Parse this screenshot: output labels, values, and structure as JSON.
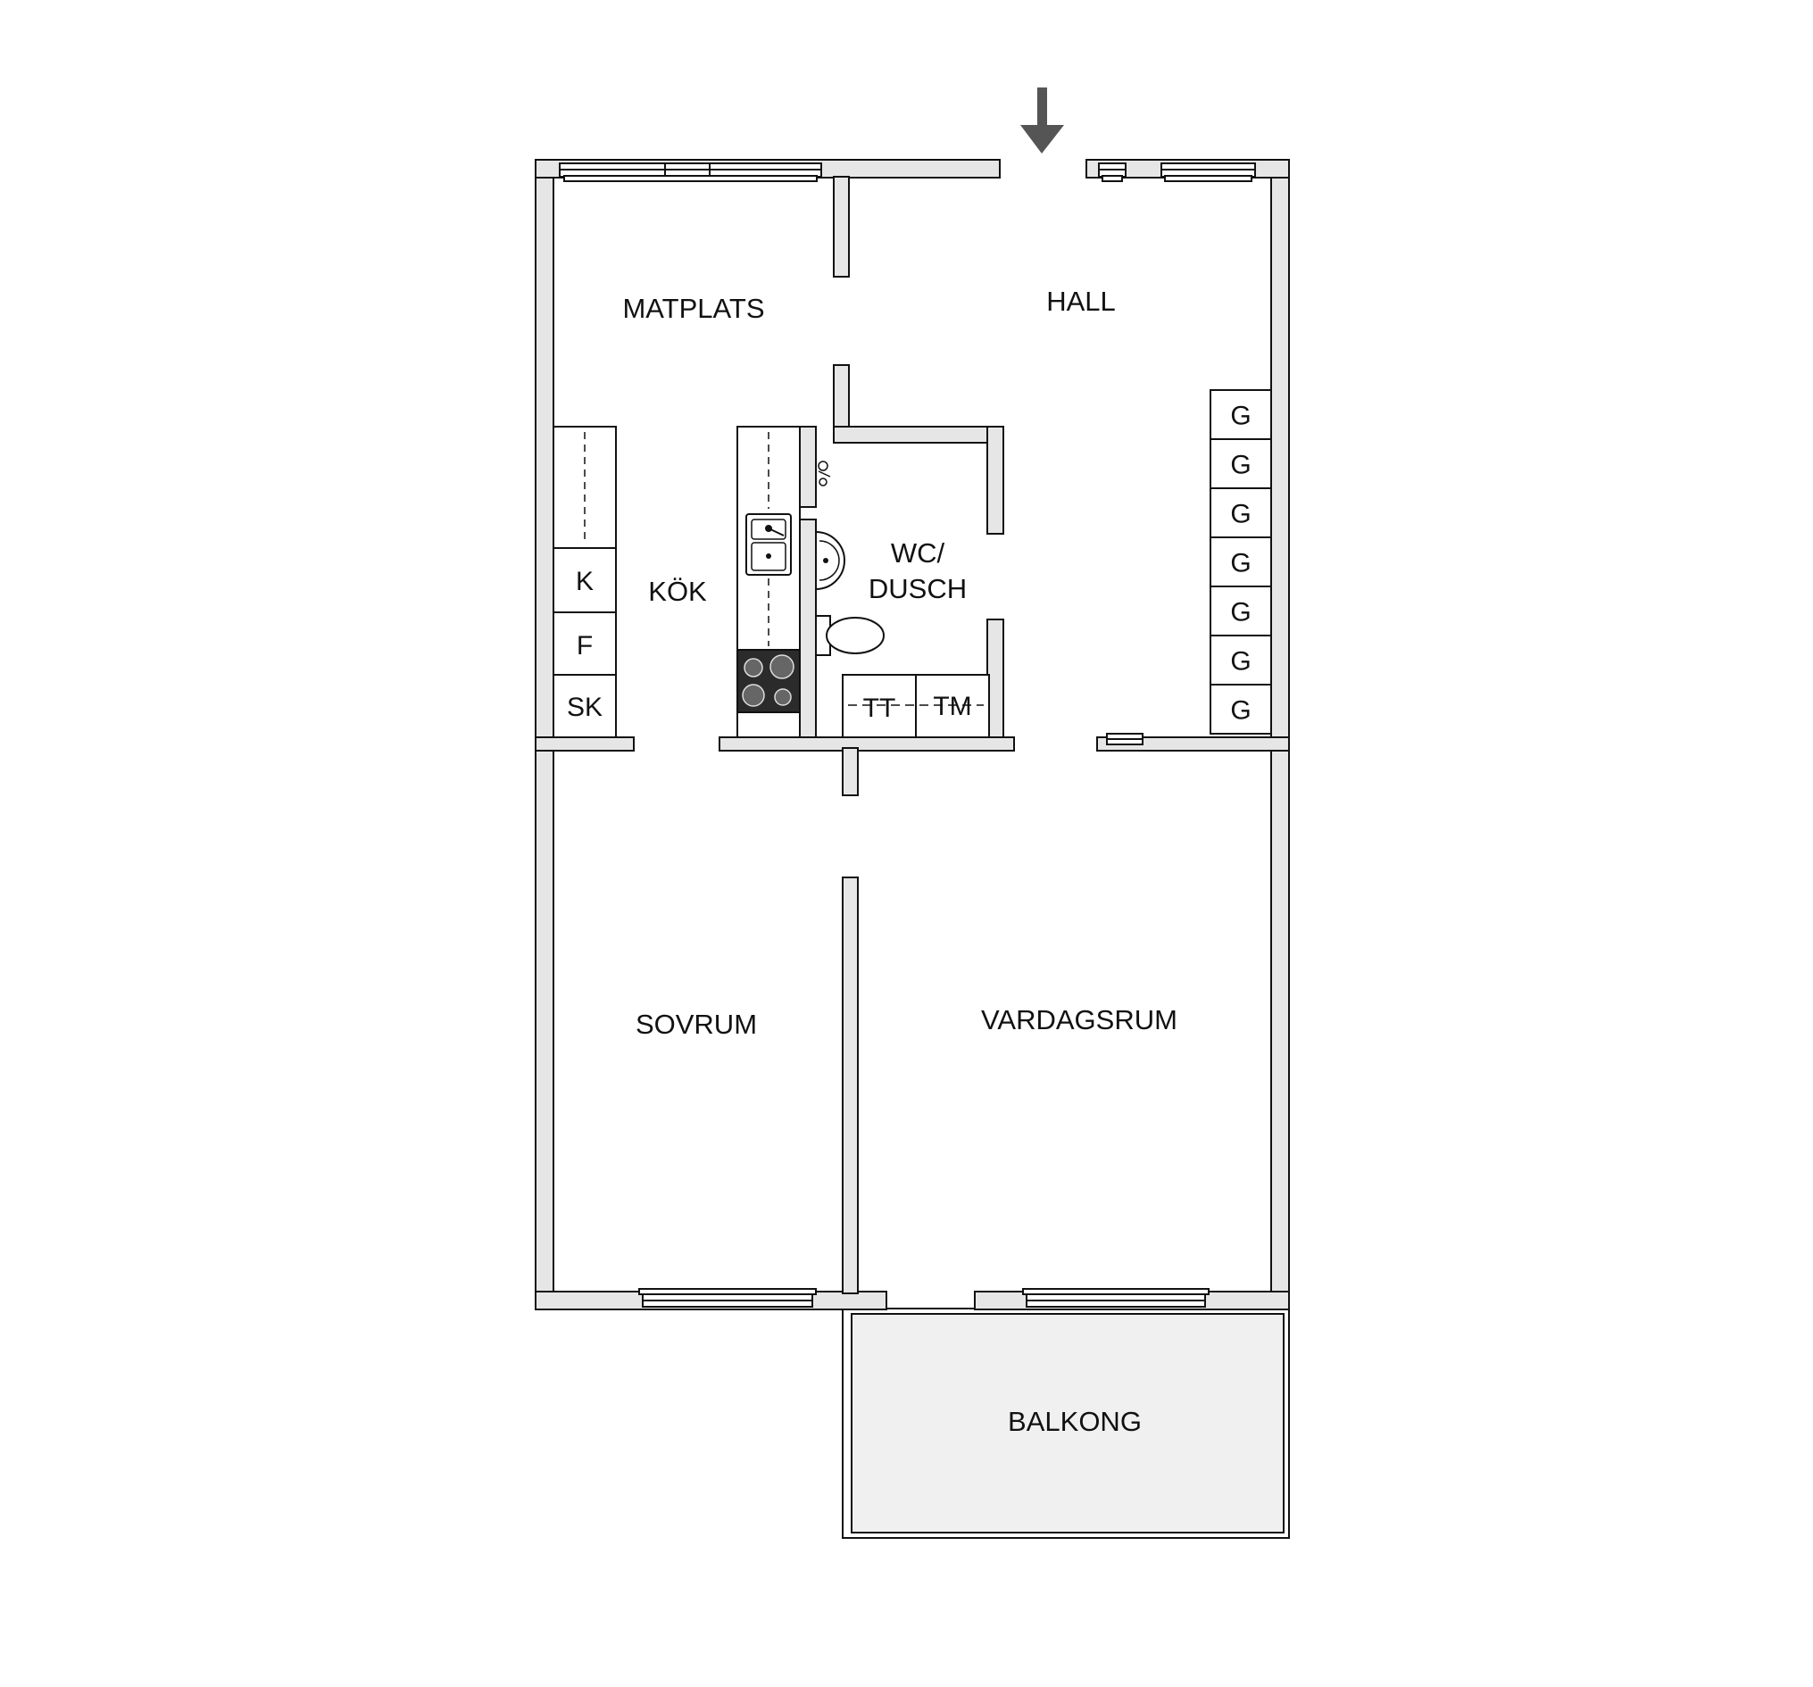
{
  "rooms": {
    "matplats": "MATPLATS",
    "hall": "HALL",
    "kok": "KÖK",
    "wc_line1": "WC/",
    "wc_line2": "DUSCH",
    "sovrum": "SOVRUM",
    "vardagsrum": "VARDAGSRUM",
    "balkong": "BALKONG"
  },
  "kitchen_units": {
    "k": "K",
    "f": "F",
    "sk": "SK"
  },
  "laundry": {
    "tt": "TT",
    "tm": "TM"
  },
  "wardrobes": [
    "G",
    "G",
    "G",
    "G",
    "G",
    "G",
    "G"
  ],
  "colors": {
    "wall_fill": "#e6e6e6",
    "wall_stroke": "#111111",
    "balcony_fill": "#f0f0f0",
    "hob_fill": "#2b2b2b",
    "arrow": "#555555"
  },
  "icons": {
    "entrance": "entrance-arrow-icon",
    "sink": "sink-icon",
    "hob": "hob-icon",
    "toilet": "toilet-icon",
    "washbasin": "washbasin-icon",
    "shower": "shower-icon"
  }
}
